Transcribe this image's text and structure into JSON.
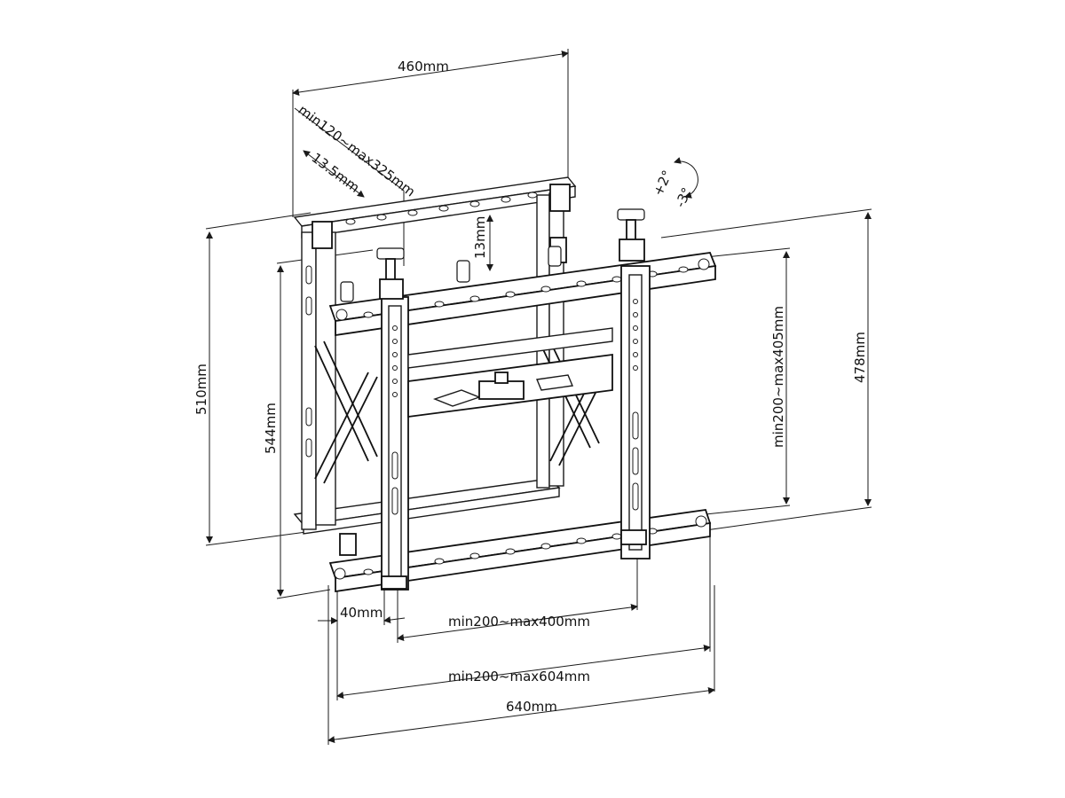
{
  "dimensions": {
    "top_width": "460mm",
    "vertical_range": "min120~max325mm",
    "depth_offset": "13.5mm",
    "tilt_plus": "+2°",
    "tilt_minus": "-3°",
    "gap_13": "13mm",
    "left_height": "510mm",
    "inner_height": "544mm",
    "vesa_vertical": "min200~max405mm",
    "right_height": "478mm",
    "offset_40": "40mm",
    "vesa_400": "min200~max400mm",
    "vesa_604": "min200~max604mm",
    "bottom_width": "640mm"
  },
  "colors": {
    "line": "#1a1a1a",
    "background": "#ffffff"
  }
}
